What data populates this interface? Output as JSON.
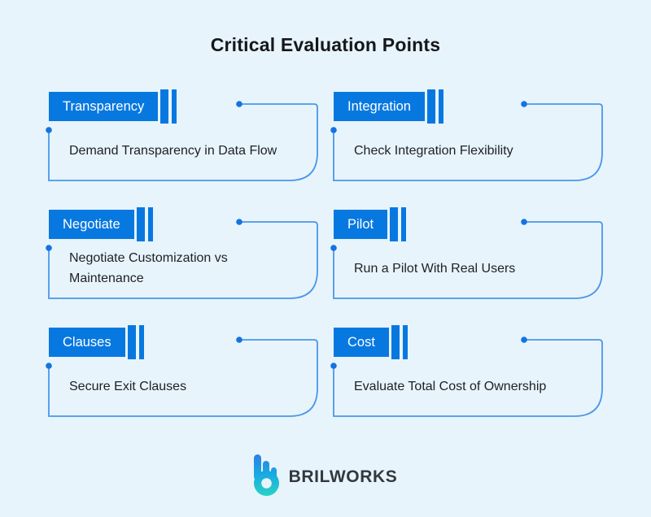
{
  "title": "Critical Evaluation Points",
  "theme": {
    "background": "#e7f4fb",
    "accent_blue": "#0878e1",
    "connector_blue": "#4a96eb",
    "dot_blue": "#1473e1",
    "text_dark": "#202227",
    "brand_text_color": "#33383d",
    "logo_gradient_top": "#2f7ae8",
    "logo_gradient_bottom": "#27d3c5"
  },
  "cards": [
    {
      "label": "Transparency",
      "description": "Demand Transparency in Data Flow"
    },
    {
      "label": "Integration",
      "description": "Check Integration Flexibility"
    },
    {
      "label": "Negotiate",
      "description": "Negotiate Customization vs Maintenance"
    },
    {
      "label": "Pilot",
      "description": "Run a Pilot With Real Users"
    },
    {
      "label": "Clauses",
      "description": "Secure Exit Clauses"
    },
    {
      "label": "Cost",
      "description": "Evaluate Total Cost of Ownership"
    }
  ],
  "footer": {
    "brand": "BRILWORKS",
    "logo_icon": "brilworks-b-mark"
  }
}
